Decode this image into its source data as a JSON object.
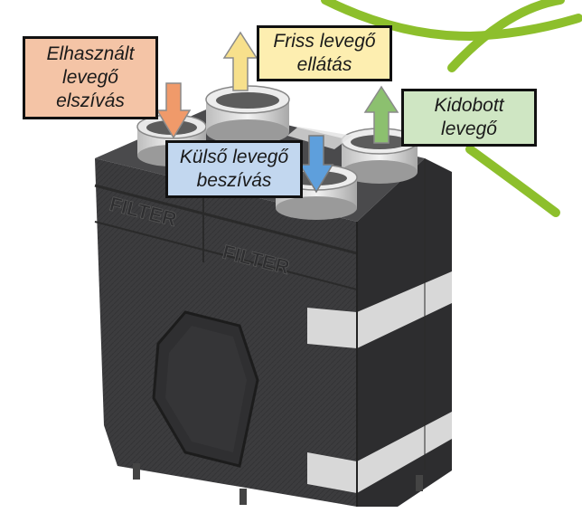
{
  "labels": {
    "exhaust_air": {
      "lines": [
        "Elhasznált",
        "levegő",
        "elszívás"
      ],
      "color": "#f4c4a6"
    },
    "fresh_supply": {
      "lines": [
        "Friss levegő",
        "ellátás"
      ],
      "color": "#fdeeb0"
    },
    "discharged_air": {
      "lines": [
        "Kidobott",
        "levegő"
      ],
      "color": "#cfe6c3"
    },
    "outside_intake": {
      "lines": [
        "Külső levegő",
        "beszívás"
      ],
      "color": "#c2d7ef"
    }
  },
  "unit": {
    "filter_text_left": "FILTER",
    "filter_text_right": "FILTER"
  },
  "colors": {
    "arrow_orange": "#f09a6a",
    "arrow_yellow": "#f7e08c",
    "arrow_green": "#8cc06f",
    "arrow_blue": "#5e9fdc",
    "decor_green": "#8dbf2c",
    "housing_dark": "#3a3a3c",
    "band_grey": "#d8d8d8"
  }
}
